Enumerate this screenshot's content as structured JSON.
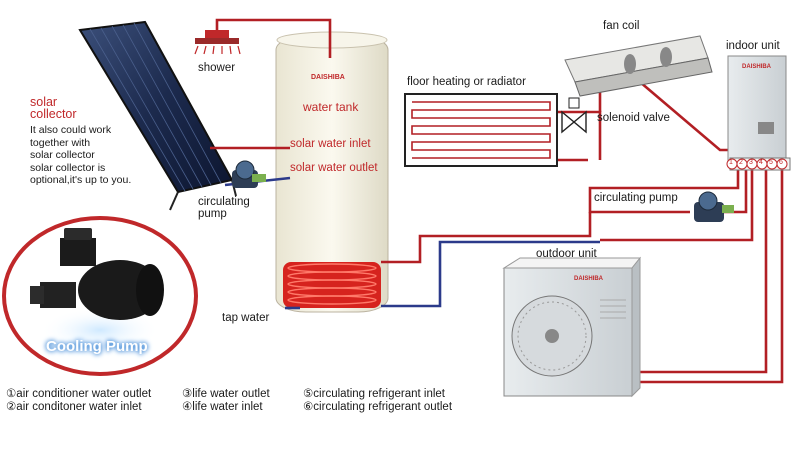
{
  "colors": {
    "pipe_red": "#b21f24",
    "pipe_blue": "#2b3a8a",
    "tank_fill": "#f4f1e3",
    "label_red": "#c0282a",
    "pump_ring": "#c0282a",
    "pump_glow": "#9fd3ff"
  },
  "labels": {
    "solar_collector": "solar\ncollector",
    "solar_note": [
      "It also could work",
      "together with",
      "solar collector",
      "solar collector is",
      "optional,it's up to you."
    ],
    "shower": "shower",
    "brand": "DAISHIBA",
    "water_tank": "water tank",
    "solar_water_inlet": "solar water inlet",
    "solar_water_outlet": "solar water outlet",
    "circulating_pump_left": "circulating\npump",
    "tap_water": "tap water",
    "floor_heating": "floor heating or radiator",
    "fan_coil": "fan coil",
    "indoor_unit": "indoor unit",
    "solenoid_valve": "solenoid valve",
    "circulating_pump_right": "circulating pump",
    "outdoor_unit": "outdoor unit",
    "cooling_pump": "Cooling Pump",
    "ports": [
      "1",
      "2",
      "3",
      "4",
      "5",
      "6"
    ]
  },
  "legend": [
    "①air conditioner water outlet",
    "②air conditoner water inlet",
    "③life water outlet",
    "④life water inlet",
    "⑤circulating refrigerant inlet",
    "⑥circulating refrigerant outlet"
  ],
  "icons": [
    "solar-panel-icon",
    "shower-head-icon",
    "water-tank-icon",
    "coil-icon",
    "pump-icon",
    "valve-icon",
    "fan-coil-icon",
    "indoor-unit-icon",
    "outdoor-unit-icon",
    "fan-icon",
    "cooling-pump-photo-icon"
  ]
}
